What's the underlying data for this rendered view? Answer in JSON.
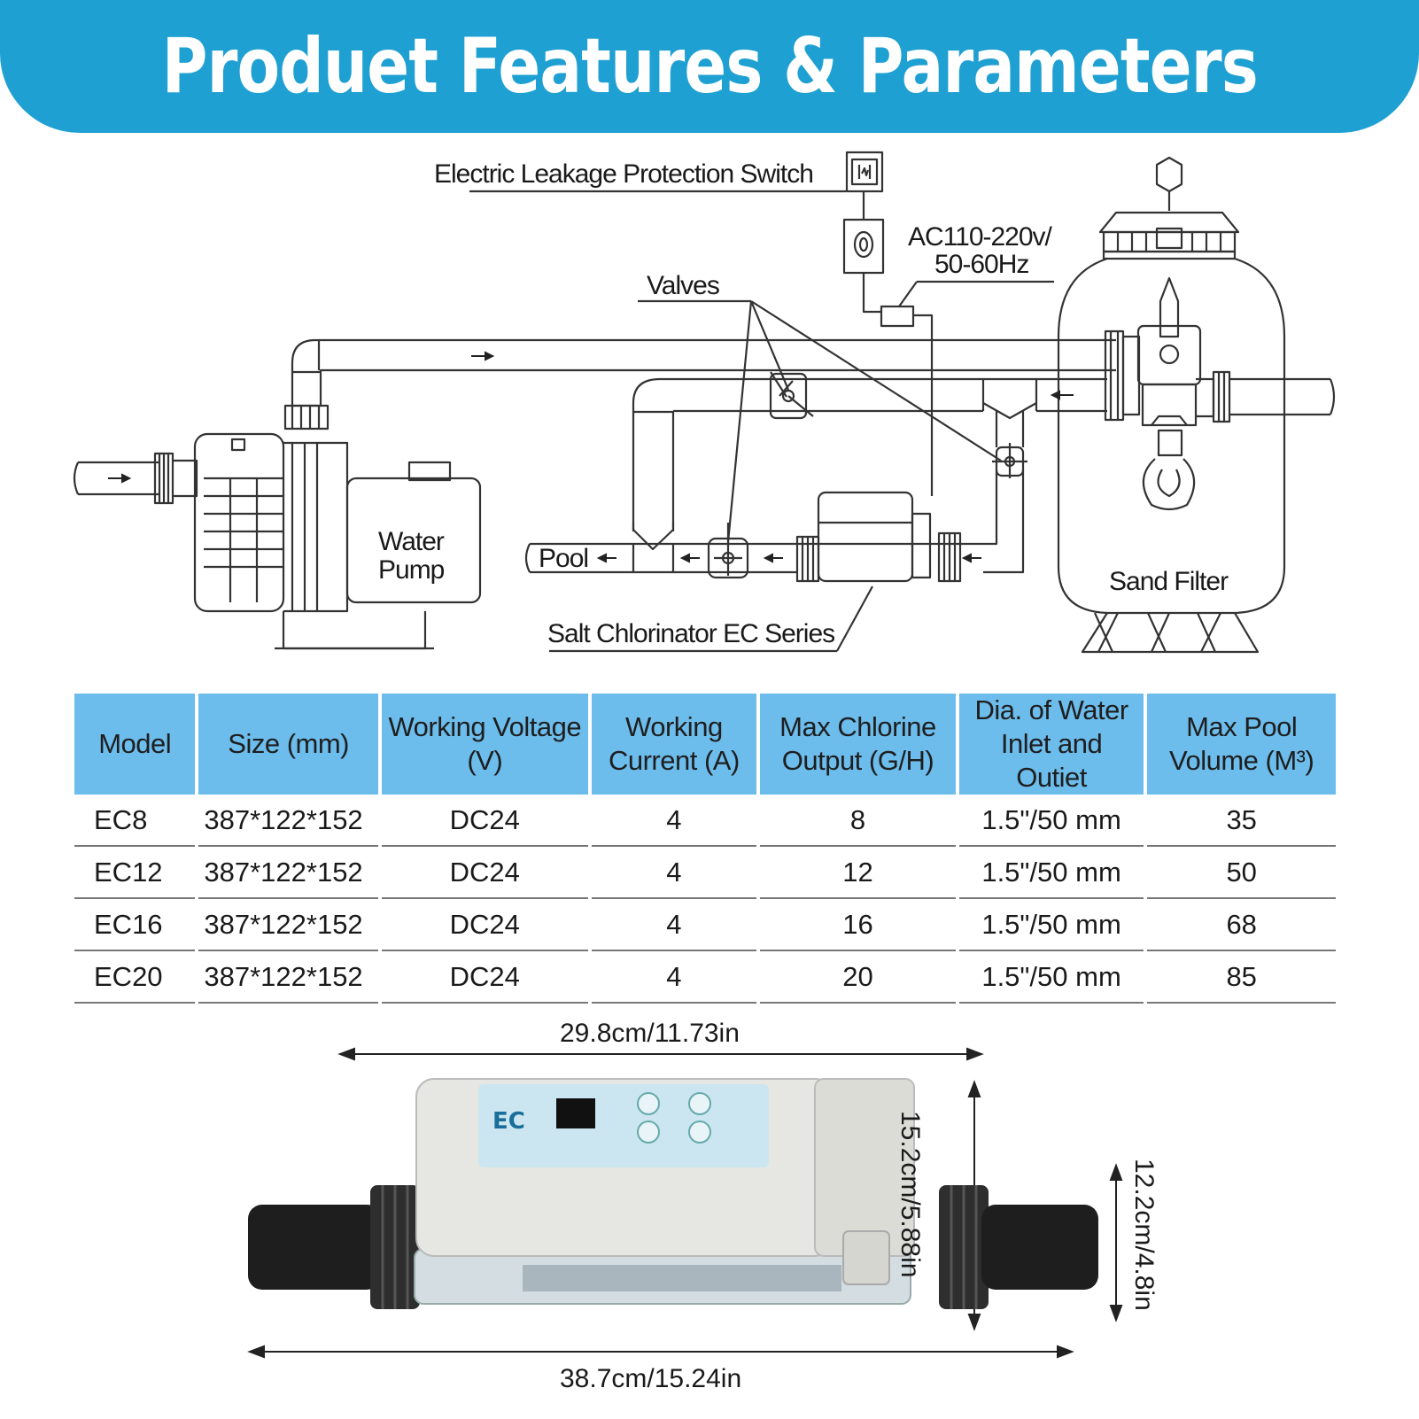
{
  "header": {
    "title": "Produet Features & Parameters"
  },
  "colors": {
    "banner": "#1fa0d2",
    "table_header": "#6cbcec",
    "line": "#333333"
  },
  "diagram": {
    "labels": {
      "leakage_switch": "Electric Leakage Protection Switch",
      "power": [
        "AC110-220v/",
        "50-60Hz"
      ],
      "valves": "Valves",
      "water_pump": [
        "Water",
        "Pump"
      ],
      "pool": "Pool",
      "salt_chlorinator": "Salt Chlorinator EC Series",
      "sand_filter": "Sand Filter"
    }
  },
  "table": {
    "headers": [
      [
        "Model"
      ],
      [
        "Size (mm)"
      ],
      [
        "Working Voltage",
        "(V)"
      ],
      [
        "Working",
        "Current (A)"
      ],
      [
        "Max Chlorine",
        "Output (G/H)"
      ],
      [
        "Dia. of Water",
        "Inlet and Outiet"
      ],
      [
        "Max Pool",
        "Volume (M³)"
      ]
    ],
    "rows": [
      [
        "EC8",
        "387*122*152",
        "DC24",
        "4",
        "8",
        "1.5\"/50 mm",
        "35"
      ],
      [
        "EC12",
        "387*122*152",
        "DC24",
        "4",
        "12",
        "1.5\"/50 mm",
        "50"
      ],
      [
        "EC16",
        "387*122*152",
        "DC24",
        "4",
        "16",
        "1.5\"/50 mm",
        "68"
      ],
      [
        "EC20",
        "387*122*152",
        "DC24",
        "4",
        "20",
        "1.5\"/50 mm",
        "85"
      ]
    ]
  },
  "product": {
    "width_top": "29.8cm/11.73in",
    "width_bottom": "38.7cm/15.24in",
    "height_body": "15.2cm/5.88in",
    "height_pipe": "12.2cm/4.8in",
    "panel_logo": "EC"
  }
}
